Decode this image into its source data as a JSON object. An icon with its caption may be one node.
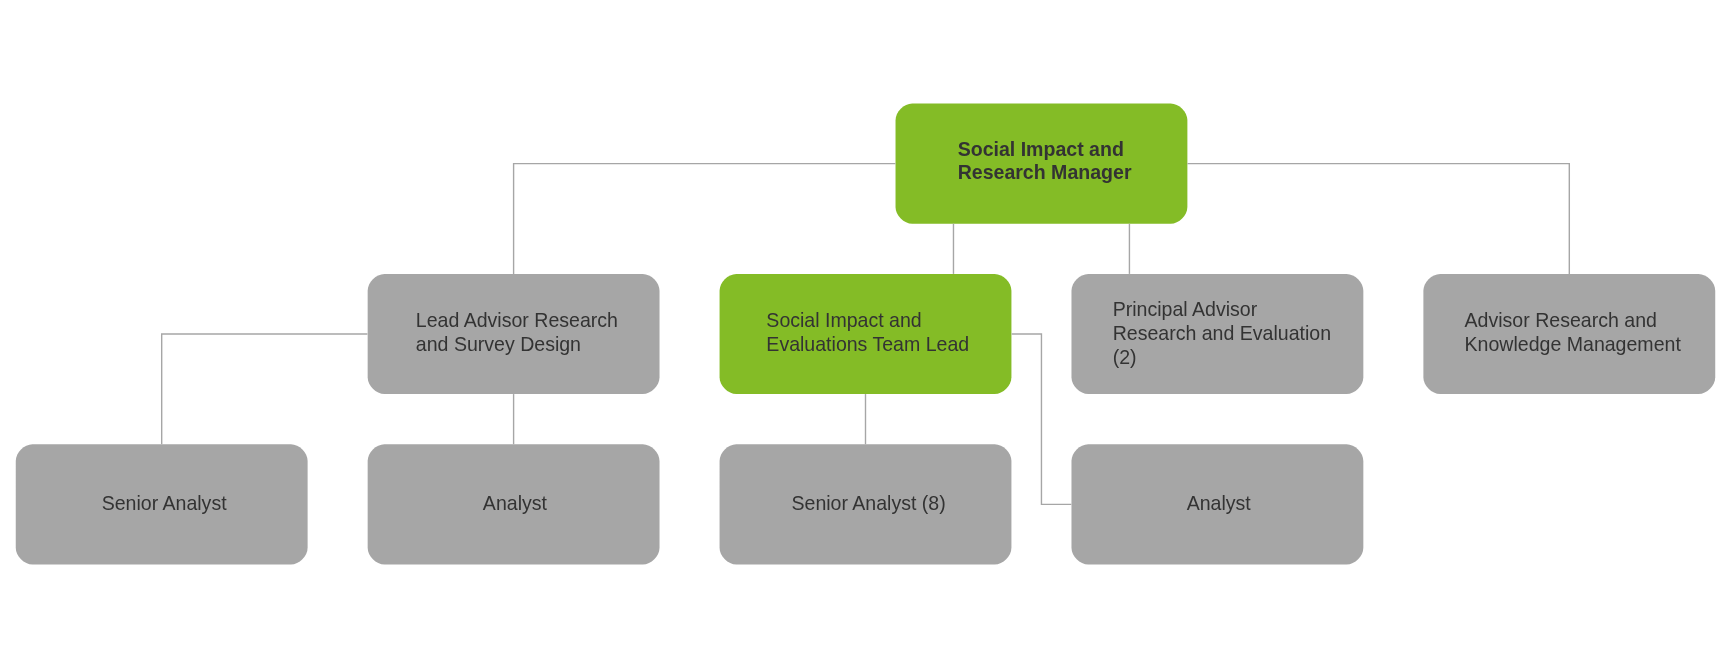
{
  "diagram": {
    "nodes": [
      {
        "text": [
          "Social Impact and Research Manager"
        ]
      },
      {
        "text": [
          "Lead Advisor Research and Survey Design"
        ]
      },
      {
        "text": [
          "Social Impact and Evaluations Team Lead"
        ]
      },
      {
        "text": [
          "Principal Advisor Research and Evaluation (2)"
        ]
      },
      {
        "text": [
          "Advisor Research and Knowledge Management"
        ]
      },
      {
        "text": [
          "Senior Analyst"
        ]
      },
      {
        "text": [
          "Analyst"
        ]
      },
      {
        "text": [
          "Senior Analyst (8)"
        ]
      },
      {
        "text": [
          "Analyst"
        ]
      }
    ],
    "edges": [
      {
        "from": 0,
        "to": 1,
        "arrow": "none"
      },
      {
        "from": 0,
        "to": 2,
        "arrow": "none"
      },
      {
        "from": 0,
        "to": 3,
        "arrow": "none"
      },
      {
        "from": 0,
        "to": 4,
        "arrow": "none"
      },
      {
        "from": 1,
        "to": 5,
        "arrow": "none"
      },
      {
        "from": 1,
        "to": 6,
        "arrow": "none"
      },
      {
        "from": 2,
        "to": 7,
        "arrow": "none"
      },
      {
        "from": 2,
        "to": 8,
        "arrow": "none"
      }
    ]
  }
}
